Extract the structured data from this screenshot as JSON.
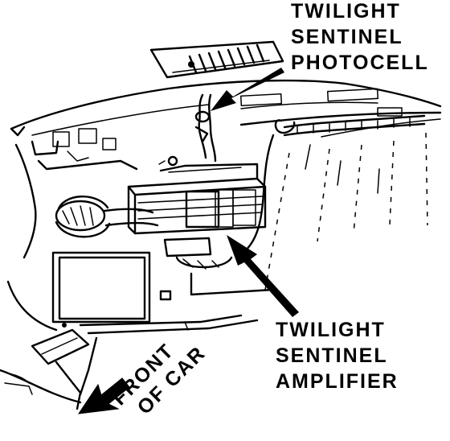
{
  "labels": {
    "photocell": [
      "TWILIGHT",
      "SENTINEL",
      "PHOTOCELL"
    ],
    "amplifier": [
      "TWILIGHT",
      "SENTINEL",
      "AMPLIFIER"
    ],
    "front_of_car": [
      "FRONT",
      "OF CAR"
    ]
  },
  "colors": {
    "ink": "#000000",
    "paper": "#ffffff"
  }
}
